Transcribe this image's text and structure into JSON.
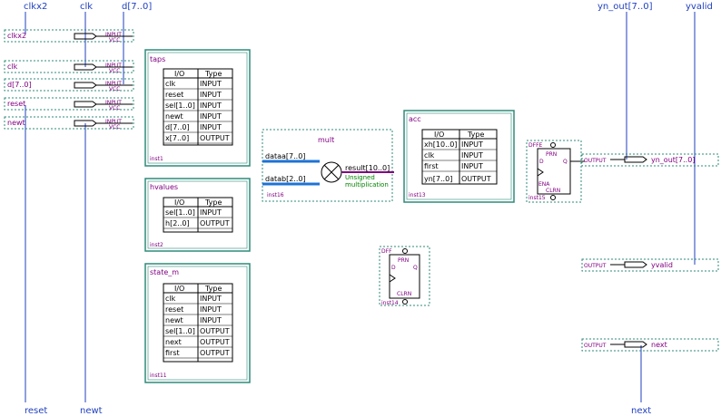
{
  "top_labels": {
    "clkx2": "clkx2",
    "clk": "clk",
    "d": "d[7..0]",
    "yn_out": "yn_out[7..0]",
    "yvalid": "yvalid"
  },
  "bottom_labels": {
    "reset": "reset",
    "newt": "newt",
    "next": "next"
  },
  "input_pins": [
    {
      "name": "clkx2",
      "type": "INPUT",
      "sub": "VCC"
    },
    {
      "name": "clk",
      "type": "INPUT",
      "sub": "VCC"
    },
    {
      "name": "d[7..0]",
      "type": "INPUT",
      "sub": "VCC"
    },
    {
      "name": "reset",
      "type": "INPUT",
      "sub": "VCC"
    },
    {
      "name": "newt",
      "type": "INPUT",
      "sub": "VCC"
    }
  ],
  "output_pins": [
    {
      "type": "OUTPUT",
      "name": "yn_out[7..0]"
    },
    {
      "type": "OUTPUT",
      "name": "yvalid"
    },
    {
      "type": "OUTPUT",
      "name": "next"
    }
  ],
  "col_headers": {
    "io": "I/O",
    "type": "Type"
  },
  "blocks": {
    "taps": {
      "title": "taps",
      "inst": "inst1",
      "rows": [
        [
          "clk",
          "INPUT"
        ],
        [
          "reset",
          "INPUT"
        ],
        [
          "sel[1..0]",
          "INPUT"
        ],
        [
          "newt",
          "INPUT"
        ],
        [
          "d[7..0]",
          "INPUT"
        ],
        [
          "x[7..0]",
          "OUTPUT"
        ]
      ]
    },
    "hvalues": {
      "title": "hvalues",
      "inst": "inst2",
      "rows": [
        [
          "sel[1..0]",
          "INPUT"
        ],
        [
          "h[2..0]",
          "OUTPUT"
        ]
      ]
    },
    "state_m": {
      "title": "state_m",
      "inst": "inst11",
      "rows": [
        [
          "clk",
          "INPUT"
        ],
        [
          "reset",
          "INPUT"
        ],
        [
          "newt",
          "INPUT"
        ],
        [
          "sel[1..0]",
          "OUTPUT"
        ],
        [
          "next",
          "OUTPUT"
        ],
        [
          "first",
          "OUTPUT"
        ]
      ]
    },
    "acc": {
      "title": "acc",
      "inst": "inst13",
      "rows": [
        [
          "xh[10..0]",
          "INPUT"
        ],
        [
          "clk",
          "INPUT"
        ],
        [
          "first",
          "INPUT"
        ],
        [
          "yn[7..0]",
          "OUTPUT"
        ]
      ]
    }
  },
  "mult": {
    "title": "mult",
    "dataa": "dataa[7..0]",
    "datab": "datab[2..0]",
    "result": "result[10..0]",
    "unsigned": "Unsigned",
    "multiplication": "multiplication",
    "inst": "inst16"
  },
  "dffe": {
    "title": "DFFE",
    "pr": "PRN",
    "d": "D",
    "q": "Q",
    "ena": "ENA",
    "clr": "CLRN",
    "inst": "inst15"
  },
  "dff": {
    "title": "DFF",
    "pr": "PRN",
    "d": "D",
    "q": "Q",
    "clr": "CLRN",
    "inst": "inst14"
  },
  "colors": {
    "wire": "#1f3fbf",
    "bus": "#1e73d6",
    "block_border": "#2e8b7a",
    "text_purple": "#800080",
    "green": "#008000"
  }
}
